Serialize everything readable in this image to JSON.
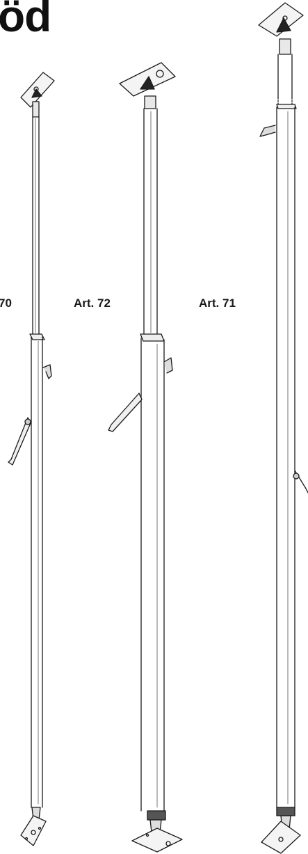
{
  "page": {
    "title": "öd"
  },
  "products": [
    {
      "label": "70"
    },
    {
      "label": "Art. 72"
    },
    {
      "label": "Art. 71"
    }
  ],
  "colors": {
    "ink": "#111111",
    "background": "#ffffff"
  }
}
